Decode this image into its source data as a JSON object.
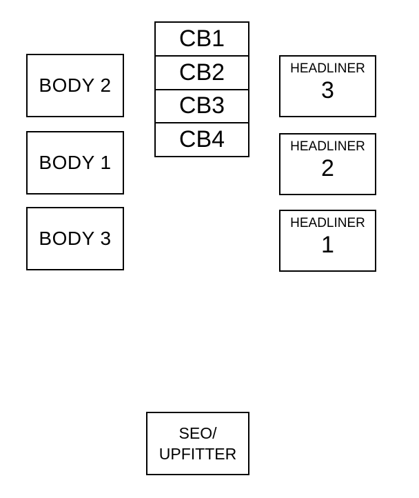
{
  "circuit_breakers": [
    "CB1",
    "CB2",
    "CB3",
    "CB4"
  ],
  "body_fuses": {
    "body2": "BODY 2",
    "body1": "BODY 1",
    "body3": "BODY 3"
  },
  "headliner": {
    "label": "HEADLINER",
    "h3": "3",
    "h2": "2",
    "h1": "1"
  },
  "seo_upfitter": {
    "line1": "SEO/",
    "line2": "UPFITTER"
  }
}
